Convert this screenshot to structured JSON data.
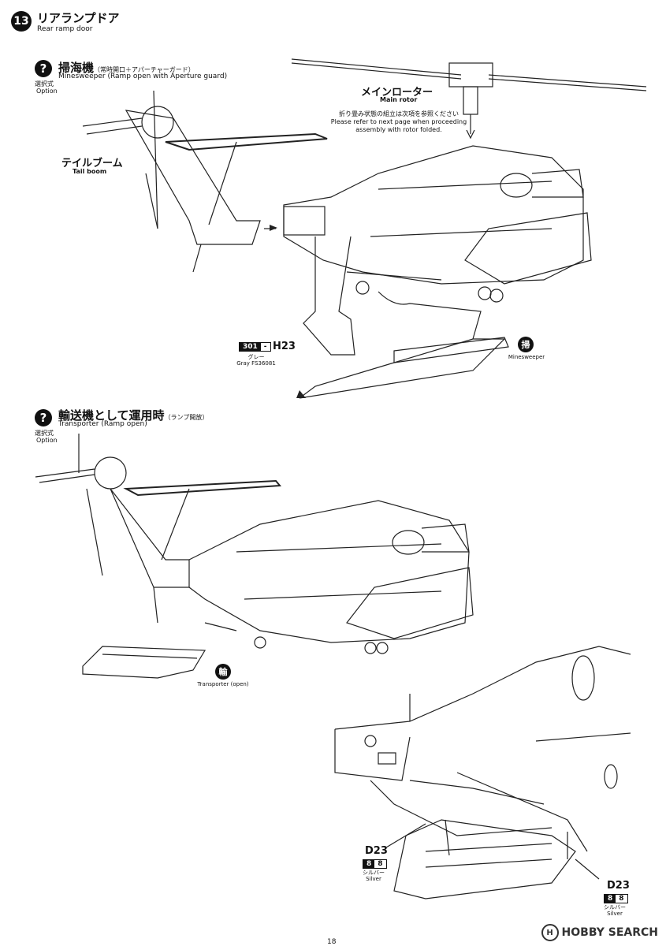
{
  "step": {
    "number": "13",
    "title_ja": "リアランプドア",
    "title_en": "Rear ramp door"
  },
  "option_label": {
    "ja": "選択式",
    "en": "Option"
  },
  "section1": {
    "title_ja": "掃海機",
    "title_ja_paren": "（常時開口＋アパーチャーガード）",
    "title_en": "Minesweeper (Ramp open with Aperture guard)",
    "tail_boom_ja": "テイルブーム",
    "tail_boom_en": "Tail boom",
    "main_rotor_ja": "メインローター",
    "main_rotor_en": "Main rotor",
    "note_ja": "折り畳み状態の組立は次項を参照ください",
    "note_en_1": "Please refer to next page when proceeding",
    "note_en_2": "assembly with rotor folded.",
    "paint_num": "301",
    "paint_dash": "-",
    "part": "H23",
    "paint_name_ja": "グレー",
    "paint_name_en": "Gray FS36081",
    "badge_kanji": "掃",
    "badge_en": "Minesweeper"
  },
  "section2": {
    "title_ja": "輸送機として運用時",
    "title_ja_paren": "（ランプ開放）",
    "title_en": "Transporter (Ramp open)",
    "badge_kanji": "輸",
    "badge_en": "Transporter (open)"
  },
  "detail": {
    "part_left": "D23",
    "part_right": "D23",
    "paint_a": "8",
    "paint_b": "8",
    "paint_name_ja": "シルバー",
    "paint_name_en": "Silver"
  },
  "page_number": "18",
  "watermark": "HOBBY SEARCH"
}
